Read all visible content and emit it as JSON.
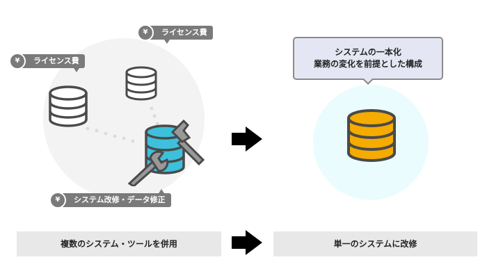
{
  "left_panel": {
    "tags": [
      {
        "label": "ライセンス費",
        "icon": "yen-icon",
        "symbol": "¥"
      },
      {
        "label": "ライセンス費",
        "icon": "yen-icon",
        "symbol": "¥"
      },
      {
        "label": "システム改修・データ修正",
        "icon": "yen-icon",
        "symbol": "¥"
      }
    ],
    "databases": [
      {
        "name": "database-small-white",
        "color": "#ffffff"
      },
      {
        "name": "database-large-white",
        "color": "#ffffff"
      },
      {
        "name": "database-blue-maintenance",
        "color": "#3cc0dc"
      }
    ],
    "caption": "複数のシステム・ツールを併用"
  },
  "right_panel": {
    "bubble_lines": [
      "システムの一本化",
      "業務の変化を前提とした構成"
    ],
    "database": {
      "name": "database-unified",
      "color": "#f5ab00"
    },
    "caption": "単一のシステムに改修"
  },
  "colors": {
    "tag_bg": "#7a7a7a",
    "stroke": "#4a4a4a",
    "bubble_bg": "#e4e7f3",
    "caption_bg": "#e8e8e8",
    "left_circle": "#f3f3f3",
    "right_circle": "#eafcfd"
  }
}
